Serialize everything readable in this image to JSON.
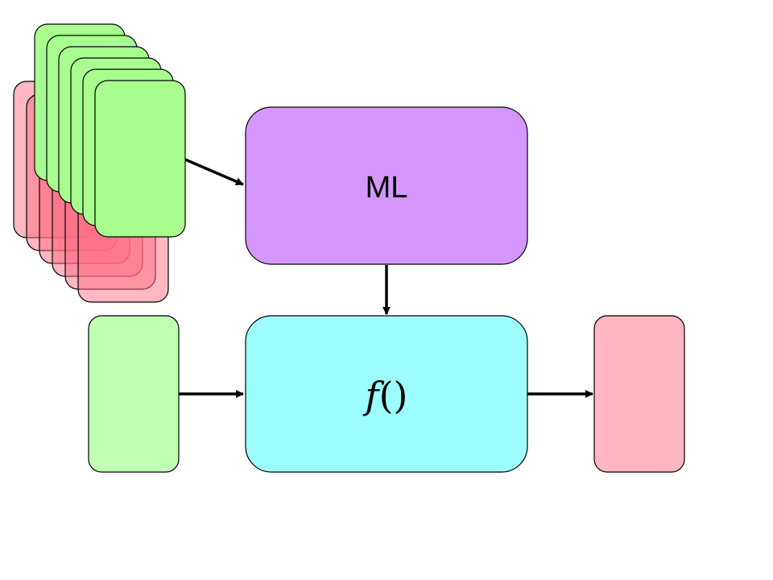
{
  "diagram": {
    "ml_box": {
      "label": "ML",
      "fill": "#d597ff"
    },
    "function_box": {
      "label_name": "f",
      "label_parens": "()",
      "fill": "#9dfcfd"
    },
    "input_card": {
      "fill": "#c0ffb4"
    },
    "output_card": {
      "fill": "#ffb6c1"
    },
    "training_stack": {
      "input_fill": "#a8ff90",
      "output_fill": "#ff6f84",
      "output_fill_opacity": 0.5,
      "card_count": 6
    },
    "stroke_color": "#000000"
  }
}
